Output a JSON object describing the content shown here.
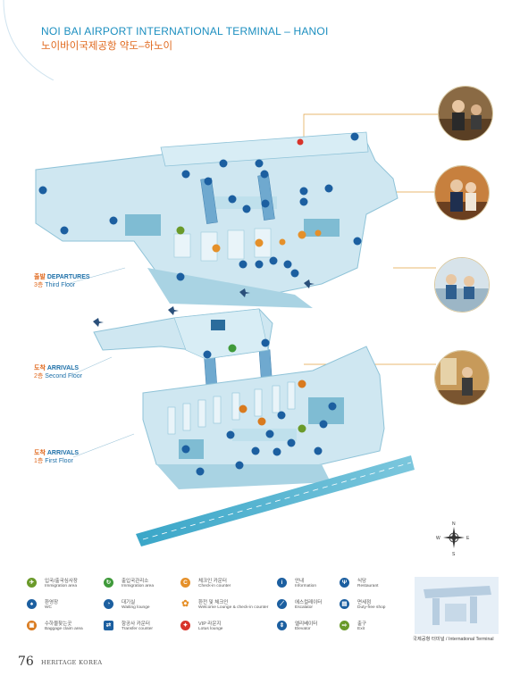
{
  "header": {
    "title_en": "NOI BAI AIRPORT INTERNATIONAL TERMINAL – HANOI",
    "title_ko": "노이바이국제공항 약도–하노이"
  },
  "floors": [
    {
      "ko": "출발",
      "en": "DEPARTURES",
      "sub_ko": "3층",
      "sub_en": "Third Floor"
    },
    {
      "ko": "도착",
      "en": "ARRIVALS",
      "sub_ko": "2층",
      "sub_en": "Second Floor"
    },
    {
      "ko": "도착",
      "en": "ARRIVALS",
      "sub_ko": "1층",
      "sub_en": "First Floor"
    }
  ],
  "legend": [
    {
      "ko": "입국/출국심사장",
      "en": "Immigration area",
      "icon": "immigration-icon",
      "color": "#6a9a2a"
    },
    {
      "ko": "환영장",
      "en": "WC",
      "icon": "wc-icon",
      "color": "#1c5fa0"
    },
    {
      "ko": "수하물찾는곳",
      "en": "Baggage claim area",
      "icon": "baggage-icon",
      "color": "#d97a1e"
    },
    {
      "ko": "출입국관리소",
      "en": "Immigration area",
      "icon": "immigration-office-icon",
      "color": "#3f9a3a"
    },
    {
      "ko": "대기실",
      "en": "Waiting lounge",
      "icon": "waiting-lounge-icon",
      "color": "#1c5fa0"
    },
    {
      "ko": "항공사 카운터",
      "en": "Transfer counter",
      "icon": "transfer-counter-icon",
      "color": "#1c5fa0"
    },
    {
      "ko": "체크인 카운터",
      "en": "Check-in counter",
      "icon": "checkin-icon",
      "color": "#e5902a"
    },
    {
      "ko": "환전 및 체크인",
      "en": "Welcome Lounge & check-in counter",
      "icon": "welcome-lounge-icon",
      "color": "#e5902a"
    },
    {
      "ko": "VIP 라운지",
      "en": "Lotus lounge",
      "icon": "lotus-lounge-icon",
      "color": "#d8342a"
    },
    {
      "ko": "안내",
      "en": "Information",
      "icon": "information-icon",
      "color": "#1c5fa0"
    },
    {
      "ko": "에스컬레이터",
      "en": "Escalator",
      "icon": "escalator-icon",
      "color": "#1c5fa0"
    },
    {
      "ko": "엘리베이터",
      "en": "Elevator",
      "icon": "elevator-icon",
      "color": "#1c5fa0"
    },
    {
      "ko": "식당",
      "en": "Restaurant",
      "icon": "restaurant-icon",
      "color": "#1c5fa0"
    },
    {
      "ko": "면세점",
      "en": "Duty-free shop",
      "icon": "duty-free-icon",
      "color": "#1c5fa0"
    },
    {
      "ko": "출구",
      "en": "Exit",
      "icon": "exit-icon",
      "color": "#6a9a2a"
    }
  ],
  "compass": {
    "n": "N",
    "e": "E",
    "s": "S",
    "w": "W"
  },
  "thumbnail_caption": "국제공항 터미널 / International Terminal",
  "footer": {
    "page_number": "76",
    "publication": "HERITAGE KOREA"
  },
  "colors": {
    "accent": "#1c8fc0",
    "orange": "#e0691e",
    "floor": "#cfe7f1",
    "floor_edge": "#8fc3d8"
  }
}
